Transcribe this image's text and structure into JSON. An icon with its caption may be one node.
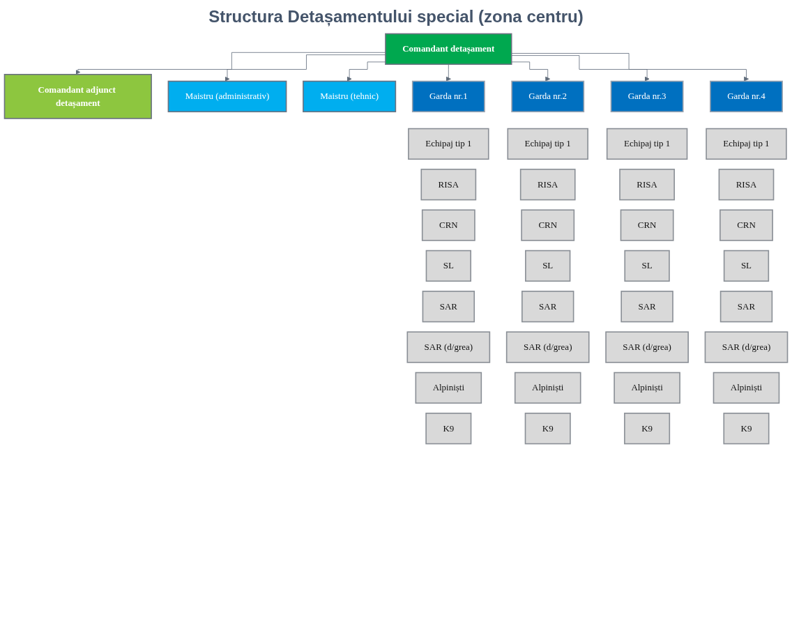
{
  "diagram": {
    "title": "Structura Detașamentului special (zona centru)",
    "nodes": [
      {
        "text": [
          "Comandant detașament"
        ]
      },
      {
        "text": [
          "Comandant adjunct detașament"
        ]
      },
      {
        "text": [
          "Maistru (administrativ)"
        ]
      },
      {
        "text": [
          "Maistru (tehnic)"
        ]
      },
      {
        "text": [
          "Garda nr.1"
        ]
      },
      {
        "text": [
          "Garda nr.2"
        ]
      },
      {
        "text": [
          "Garda nr.3"
        ]
      },
      {
        "text": [
          "Garda nr.4"
        ]
      },
      {
        "text": [
          "Echipaj tip 1"
        ]
      },
      {
        "text": [
          "Echipaj tip 1"
        ]
      },
      {
        "text": [
          "Echipaj tip 1"
        ]
      },
      {
        "text": [
          "Echipaj tip 1"
        ]
      },
      {
        "text": [
          "RISA"
        ]
      },
      {
        "text": [
          "RISA"
        ]
      },
      {
        "text": [
          "RISA"
        ]
      },
      {
        "text": [
          "RISA"
        ]
      },
      {
        "text": [
          "CRN"
        ]
      },
      {
        "text": [
          "CRN"
        ]
      },
      {
        "text": [
          "CRN"
        ]
      },
      {
        "text": [
          "CRN"
        ]
      },
      {
        "text": [
          "SL"
        ]
      },
      {
        "text": [
          "SL"
        ]
      },
      {
        "text": [
          "SL"
        ]
      },
      {
        "text": [
          "SL"
        ]
      },
      {
        "text": [
          "SAR"
        ]
      },
      {
        "text": [
          "SAR"
        ]
      },
      {
        "text": [
          "SAR"
        ]
      },
      {
        "text": [
          "SAR"
        ]
      },
      {
        "text": [
          "SAR (d/grea)"
        ]
      },
      {
        "text": [
          "SAR (d/grea)"
        ]
      },
      {
        "text": [
          "SAR (d/grea)"
        ]
      },
      {
        "text": [
          "SAR (d/grea)"
        ]
      },
      {
        "text": [
          "Alpiniști"
        ]
      },
      {
        "text": [
          "Alpiniști"
        ]
      },
      {
        "text": [
          "Alpiniști"
        ]
      },
      {
        "text": [
          "Alpiniști"
        ]
      },
      {
        "text": [
          "K9"
        ]
      },
      {
        "text": [
          "K9"
        ]
      },
      {
        "text": [
          "K9"
        ]
      },
      {
        "text": [
          "K9"
        ]
      }
    ],
    "edges": [
      {
        "from": 0,
        "to": 1,
        "arrow": "to"
      },
      {
        "from": 0,
        "to": 2,
        "arrow": "to"
      },
      {
        "from": 0,
        "to": 3,
        "arrow": "to"
      },
      {
        "from": 0,
        "to": 4,
        "arrow": "to"
      },
      {
        "from": 0,
        "to": 5,
        "arrow": "to"
      },
      {
        "from": 0,
        "to": 6,
        "arrow": "to"
      },
      {
        "from": 0,
        "to": 7,
        "arrow": "to"
      }
    ]
  }
}
